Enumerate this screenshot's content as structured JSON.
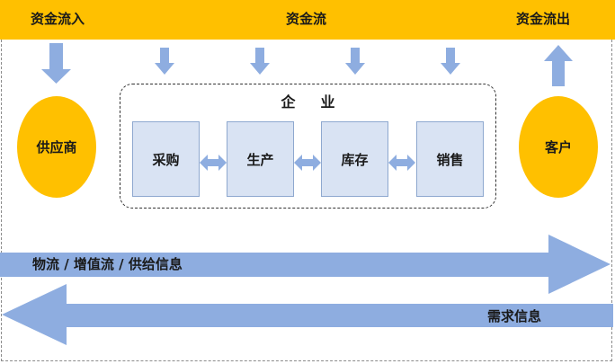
{
  "header": {
    "inflow_label": "资金流入",
    "flow_label": "资金流",
    "outflow_label": "资金流出"
  },
  "supplier": {
    "label": "供应商"
  },
  "customer": {
    "label": "客户"
  },
  "enterprise": {
    "title": "企业",
    "steps": [
      {
        "label": "采购"
      },
      {
        "label": "生产"
      },
      {
        "label": "库存"
      },
      {
        "label": "销售"
      }
    ]
  },
  "forward_flow": {
    "label": "物流 / 增值流 / 供给信息"
  },
  "backward_flow": {
    "label": "需求信息"
  },
  "colors": {
    "band": "#FFC000",
    "arrow": "#8EADE0",
    "box_fill": "#D9E3F3",
    "box_border": "#8EA8CF"
  }
}
